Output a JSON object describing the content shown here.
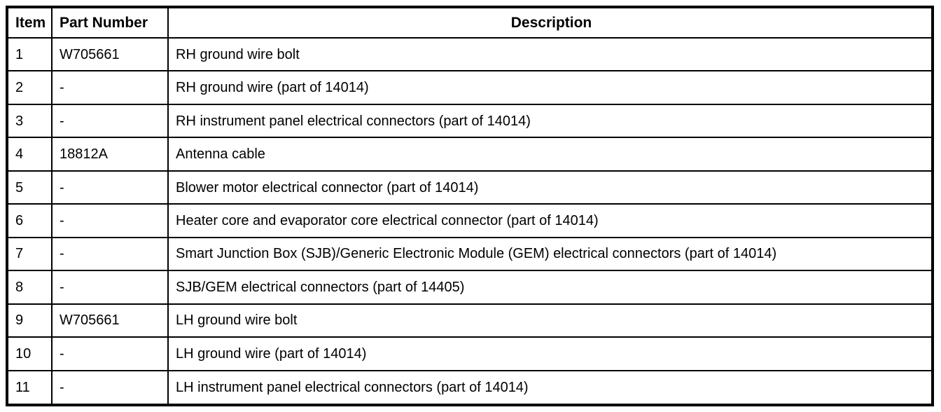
{
  "table": {
    "columns": [
      {
        "key": "item",
        "label": "Item"
      },
      {
        "key": "part_number",
        "label": "Part Number"
      },
      {
        "key": "description",
        "label": "Description"
      }
    ],
    "rows": [
      {
        "item": "1",
        "part_number": "W705661",
        "description": "RH ground wire bolt"
      },
      {
        "item": "2",
        "part_number": "-",
        "description": "RH ground wire (part of 14014)"
      },
      {
        "item": "3",
        "part_number": "-",
        "description": "RH instrument panel electrical connectors (part of 14014)"
      },
      {
        "item": "4",
        "part_number": "18812A",
        "description": "Antenna cable"
      },
      {
        "item": "5",
        "part_number": "-",
        "description": "Blower motor electrical connector (part of 14014)"
      },
      {
        "item": "6",
        "part_number": "-",
        "description": "Heater core and evaporator core electrical connector (part of 14014)"
      },
      {
        "item": "7",
        "part_number": "-",
        "description": "Smart Junction Box (SJB)/Generic Electronic Module (GEM) electrical connectors (part of 14014)"
      },
      {
        "item": "8",
        "part_number": "-",
        "description": "SJB/GEM electrical connectors (part of 14405)"
      },
      {
        "item": "9",
        "part_number": "W705661",
        "description": "LH ground wire bolt"
      },
      {
        "item": "10",
        "part_number": "-",
        "description": "LH ground wire (part of 14014)"
      },
      {
        "item": "11",
        "part_number": "-",
        "description": "LH instrument panel electrical connectors (part of 14014)"
      }
    ],
    "colors": {
      "border": "#000000",
      "background": "#ffffff",
      "text": "#000000"
    }
  }
}
